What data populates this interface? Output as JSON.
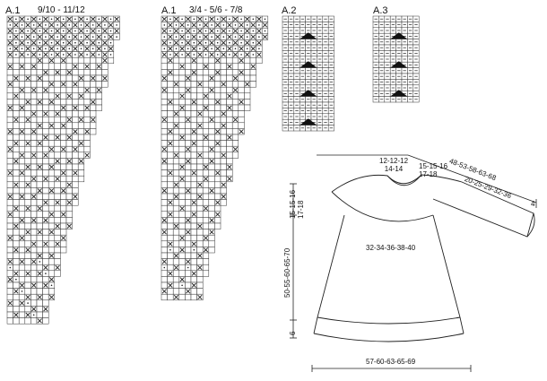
{
  "charts": {
    "a1_large": {
      "name": "A.1",
      "sizes": "9/10 - 11/12"
    },
    "a1_small": {
      "name": "A.1",
      "sizes": "3/4 - 5/6 - 7/8"
    },
    "a2": {
      "name": "A.2"
    },
    "a3": {
      "name": "A.3"
    }
  },
  "schematic": {
    "neck_width": "12-12-12\n14-14",
    "shoulder": "15-15-16\n17-18",
    "sleeve_length": "48-53-58-63-68",
    "sleeve_width": "20-25-29-32-36",
    "cuff": "4",
    "yoke_depth": "15-15-16\n17-18",
    "body_width": "32-34-36-38-40",
    "total_length": "50-55-60-65-70",
    "hem": "6",
    "bottom_width": "57-60-63-65-69"
  },
  "colors": {
    "ink": "#222222",
    "grid": "#333333",
    "background": "#ffffff"
  }
}
